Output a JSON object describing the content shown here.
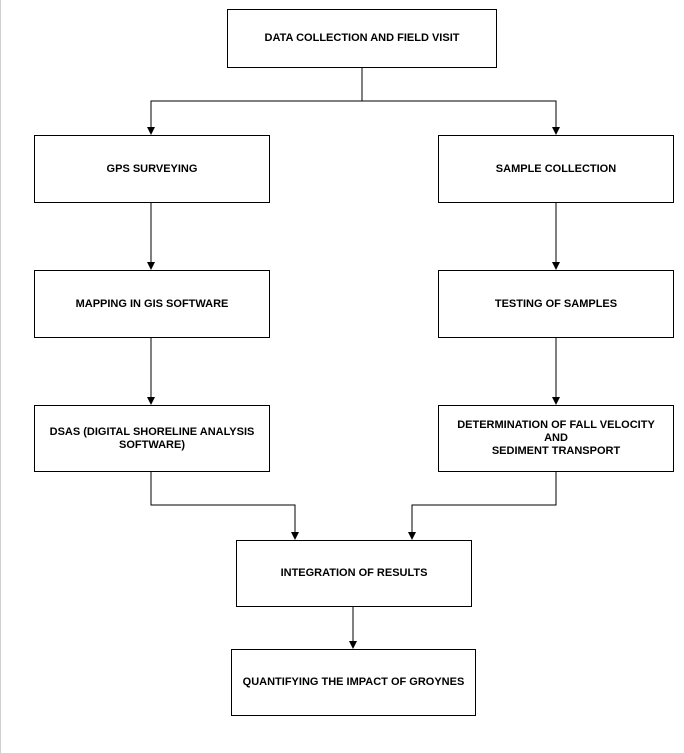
{
  "diagram": {
    "nodes": [
      {
        "id": "data_collection",
        "label": "DATA COLLECTION AND FIELD VISIT"
      },
      {
        "id": "gps_surveying",
        "label": "GPS SURVEYING"
      },
      {
        "id": "sample_collection",
        "label": "SAMPLE COLLECTION"
      },
      {
        "id": "mapping_gis",
        "label": "MAPPING IN GIS SOFTWARE"
      },
      {
        "id": "testing_samples",
        "label": "TESTING OF SAMPLES"
      },
      {
        "id": "dsas",
        "label": "DSAS (DIGITAL SHORELINE ANALYSIS\nSOFTWARE)"
      },
      {
        "id": "fall_velocity",
        "label": "DETERMINATION OF FALL VELOCITY AND\nSEDIMENT TRANSPORT"
      },
      {
        "id": "integration",
        "label": "INTEGRATION OF RESULTS"
      },
      {
        "id": "quantifying",
        "label": "QUANTIFYING THE IMPACT OF GROYNES"
      }
    ],
    "edges": [
      {
        "from": "data_collection",
        "to": "gps_surveying"
      },
      {
        "from": "data_collection",
        "to": "sample_collection"
      },
      {
        "from": "gps_surveying",
        "to": "mapping_gis"
      },
      {
        "from": "mapping_gis",
        "to": "dsas"
      },
      {
        "from": "sample_collection",
        "to": "testing_samples"
      },
      {
        "from": "testing_samples",
        "to": "fall_velocity"
      },
      {
        "from": "dsas",
        "to": "integration"
      },
      {
        "from": "fall_velocity",
        "to": "integration"
      },
      {
        "from": "integration",
        "to": "quantifying"
      }
    ]
  },
  "colors": {
    "stroke": "#000000",
    "fill": "#ffffff",
    "text": "#000000"
  }
}
